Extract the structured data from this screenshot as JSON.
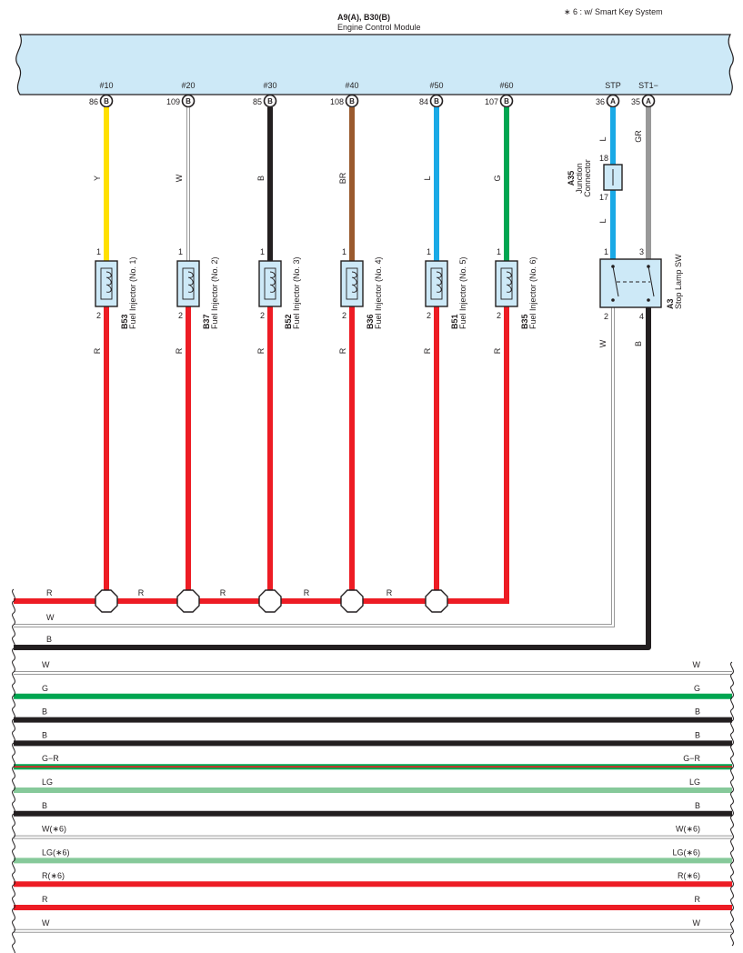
{
  "note": "∗ 6 : w/ Smart Key System",
  "ecm": {
    "code": "A9(A), B30(B)",
    "name": "Engine Control Module"
  },
  "ecm_terminals": [
    {
      "term": "#10",
      "pin": "86",
      "conn": "B"
    },
    {
      "term": "#20",
      "pin": "109",
      "conn": "B"
    },
    {
      "term": "#30",
      "pin": "85",
      "conn": "B"
    },
    {
      "term": "#40",
      "pin": "108",
      "conn": "B"
    },
    {
      "term": "#50",
      "pin": "84",
      "conn": "B"
    },
    {
      "term": "#60",
      "pin": "107",
      "conn": "B"
    },
    {
      "term": "STP",
      "pin": "36",
      "conn": "A"
    },
    {
      "term": "ST1−",
      "pin": "35",
      "conn": "A"
    }
  ],
  "injectors": [
    {
      "code": "B53",
      "name": "Fuel Injector (No. 1)",
      "wire_in": "Y",
      "wire_out": "R",
      "pin_in": "1",
      "pin_out": "2",
      "color": "#ffe000"
    },
    {
      "code": "B37",
      "name": "Fuel Injector (No. 2)",
      "wire_in": "W",
      "wire_out": "R",
      "pin_in": "1",
      "pin_out": "2",
      "color": "#ffffff"
    },
    {
      "code": "B52",
      "name": "Fuel Injector (No. 3)",
      "wire_in": "B",
      "wire_out": "R",
      "pin_in": "1",
      "pin_out": "2",
      "color": "#231f20"
    },
    {
      "code": "B36",
      "name": "Fuel Injector (No. 4)",
      "wire_in": "BR",
      "wire_out": "R",
      "pin_in": "1",
      "pin_out": "2",
      "color": "#9a5a2e"
    },
    {
      "code": "B51",
      "name": "Fuel Injector (No. 5)",
      "wire_in": "L",
      "wire_out": "R",
      "pin_in": "1",
      "pin_out": "2",
      "color": "#1aa9e6"
    },
    {
      "code": "B35",
      "name": "Fuel Injector (No. 6)",
      "wire_in": "G",
      "wire_out": "R",
      "pin_in": "1",
      "pin_out": "2",
      "color": "#00a651"
    }
  ],
  "junction": {
    "code": "A35",
    "name1": "Junction",
    "name2": "Connector",
    "pin_top": "18",
    "pin_bottom": "17",
    "wire_top": "L",
    "wire_bottom": "L"
  },
  "stop_lamp": {
    "code": "A3",
    "name": "Stop Lamp SW",
    "pin1": "1",
    "pin3": "3",
    "pin2": "2",
    "pin4": "4",
    "wire_in_gr": "GR",
    "wire_out_w": "W",
    "wire_out_b": "B"
  },
  "bus_labels": {
    "r_main": "R",
    "r_seg1": "R",
    "r_seg2": "R",
    "r_seg3": "R",
    "r_seg4": "R",
    "w": "W",
    "b": "B"
  },
  "harness": [
    {
      "left": "W",
      "right": "W",
      "color": "#ffffff"
    },
    {
      "left": "G",
      "right": "G",
      "color": "#00a651"
    },
    {
      "left": "B",
      "right": "B",
      "color": "#231f20"
    },
    {
      "left": "B",
      "right": "B",
      "color": "#231f20"
    },
    {
      "left": "G−R",
      "right": "G−R",
      "color": "#00a651",
      "stripe": "#ed1c24"
    },
    {
      "left": "LG",
      "right": "LG",
      "color": "#86c99a"
    },
    {
      "left": "B",
      "right": "B",
      "color": "#231f20"
    },
    {
      "left": "W(∗6)",
      "right": "W(∗6)",
      "color": "#ffffff"
    },
    {
      "left": "LG(∗6)",
      "right": "LG(∗6)",
      "color": "#86c99a"
    },
    {
      "left": "R(∗6)",
      "right": "R(∗6)",
      "color": "#ed1c24"
    },
    {
      "left": "R",
      "right": "R",
      "color": "#ed1c24"
    },
    {
      "left": "W",
      "right": "W",
      "color": "#ffffff"
    }
  ],
  "colors": {
    "ecm_fill": "#cde9f7",
    "comp_fill": "#cde9f7",
    "red": "#ed1c24",
    "black": "#231f20",
    "grey": "#999999"
  }
}
